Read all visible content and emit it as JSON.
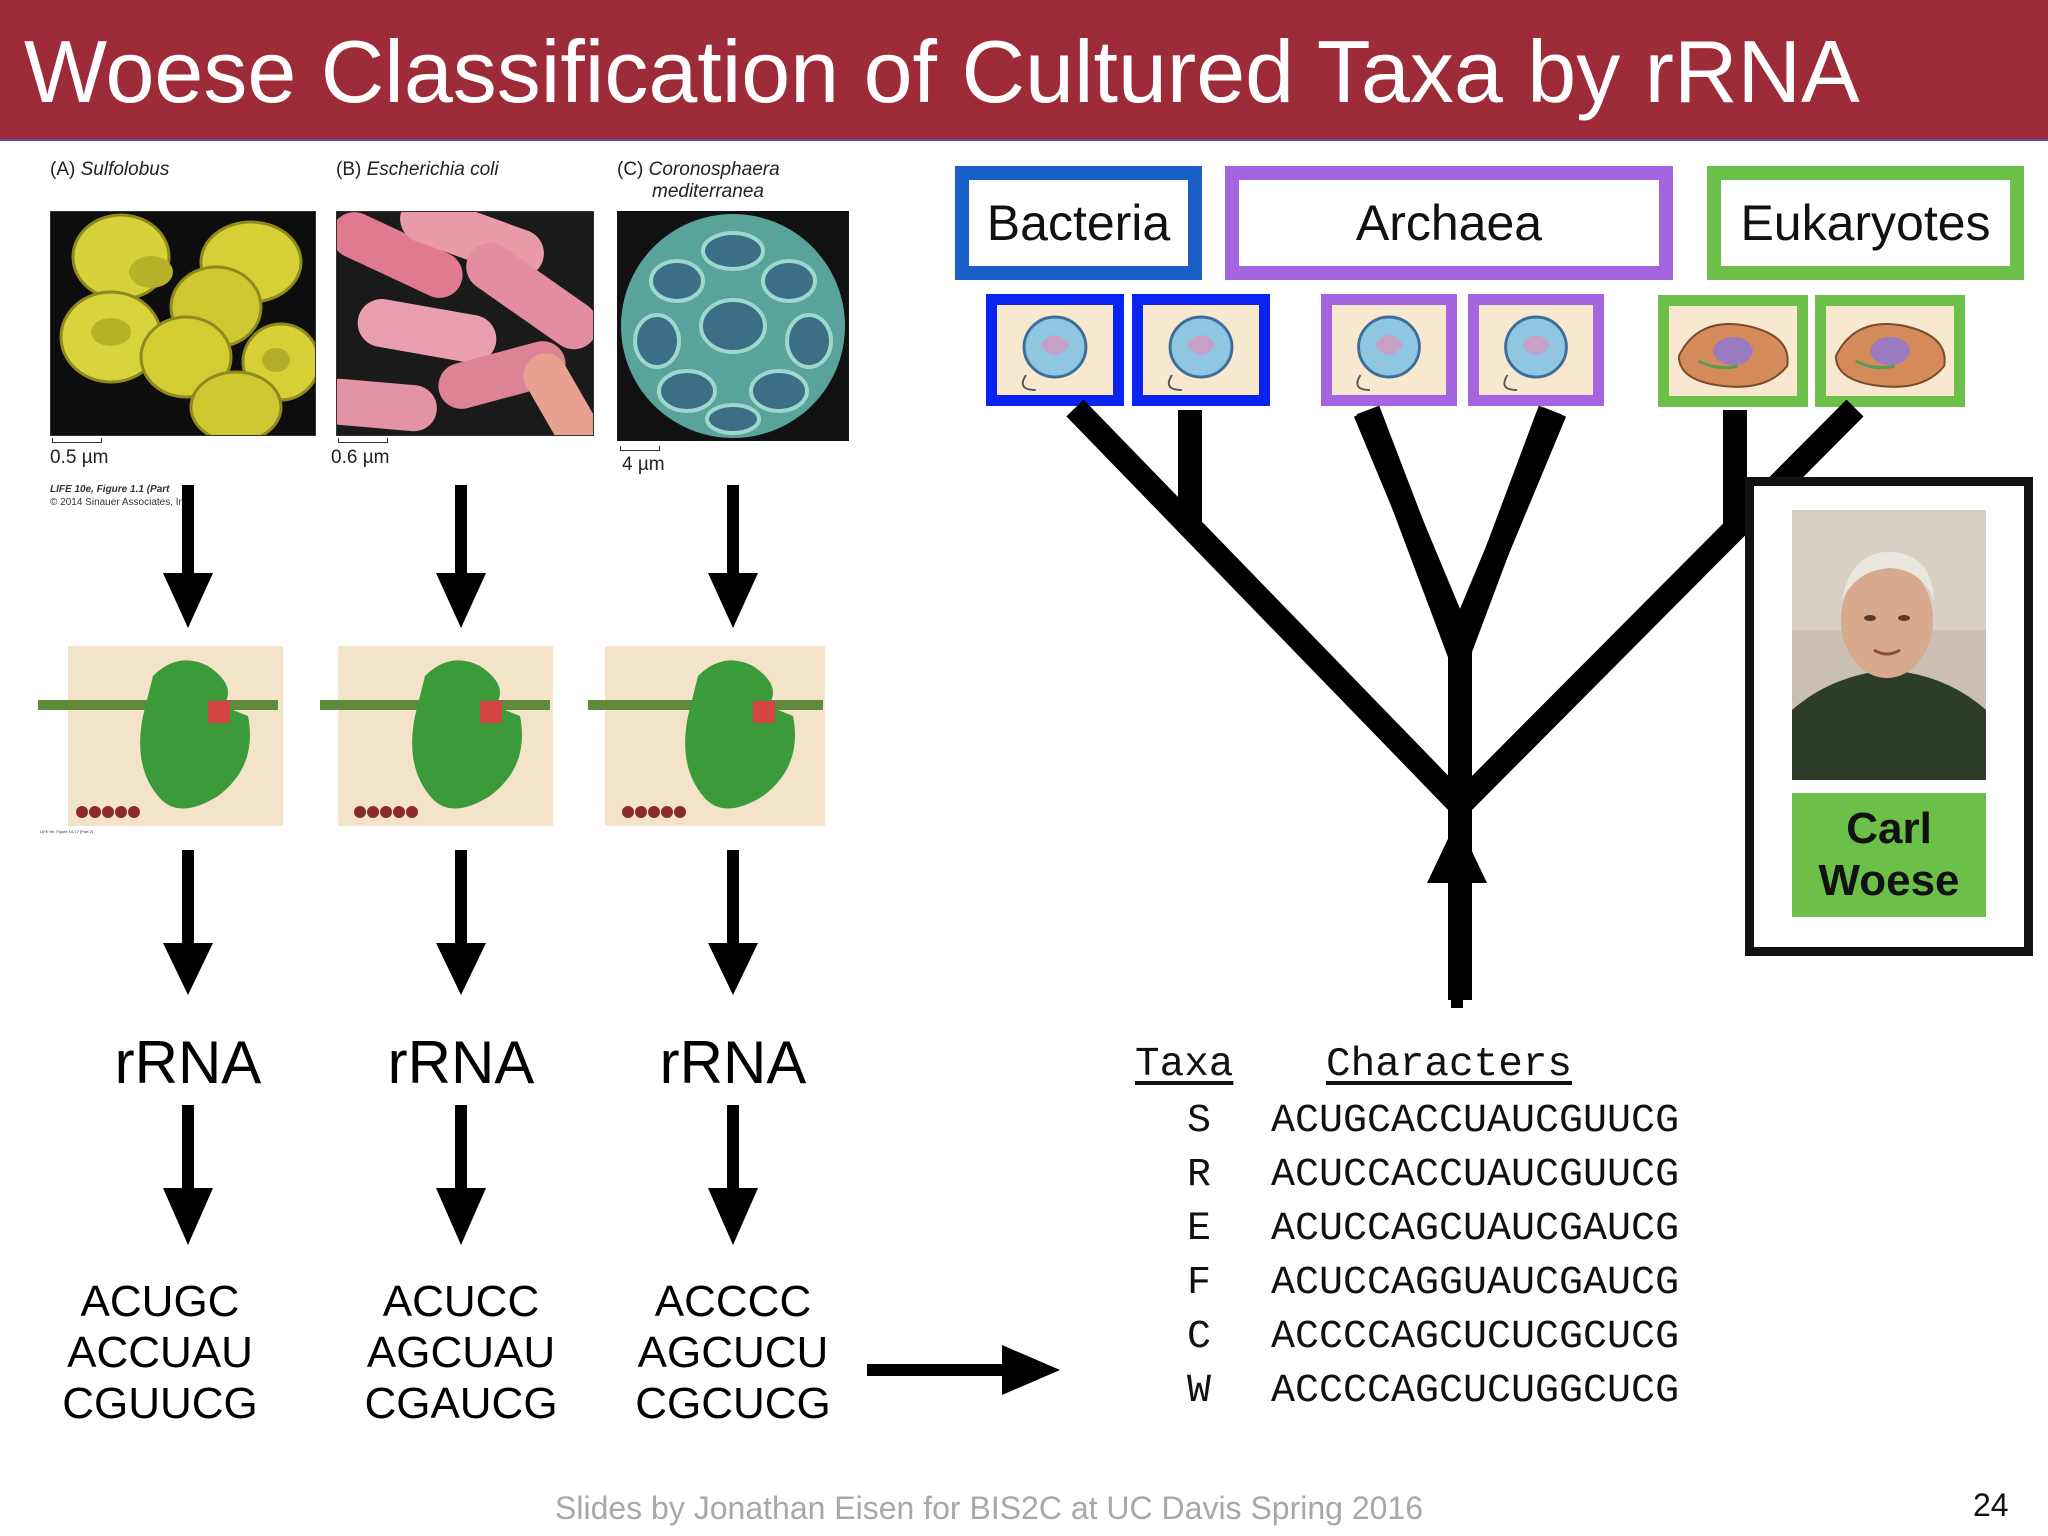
{
  "title": "Woese Classification of Cultured Taxa by rRNA",
  "organisms": [
    {
      "letter": "(A)",
      "name": "Sulfolobus",
      "name2": "",
      "scale": "0.5 µm",
      "rrna": "rRNA",
      "seq": [
        "ACUGC",
        "ACCUAU",
        "CGUUCG"
      ]
    },
    {
      "letter": "(B)",
      "name": "Escherichia coli",
      "name2": "",
      "scale": "0.6 µm",
      "rrna": "rRNA",
      "seq": [
        "ACUCC",
        "AGCUAU",
        "CGAUCG"
      ]
    },
    {
      "letter": "(C)",
      "name": "Coronosphaera",
      "name2": "mediterranea",
      "scale": "4 µm",
      "rrna": "rRNA",
      "seq": [
        "ACCCC",
        "AGCUCU",
        "CGCUCG"
      ]
    }
  ],
  "figure_credit": {
    "line1": "LIFE 10e, Figure 1.1 (Part",
    "line2": "© 2014 Sinauer Associates, Inc."
  },
  "domains": [
    {
      "label": "Bacteria",
      "color": "#1a5fc7"
    },
    {
      "label": "Archaea",
      "color": "#a565e0"
    },
    {
      "label": "Eukaryotes",
      "color": "#6cc04a"
    }
  ],
  "cell_box_colors": [
    "#0a24f0",
    "#0a24f0",
    "#a565e0",
    "#a565e0",
    "#6cc04a",
    "#6cc04a"
  ],
  "taxa_table": {
    "taxa_header": "Taxa",
    "characters_header": "Characters",
    "rows": [
      {
        "taxon": "S",
        "sequence": "ACUGCACCUAUCGUUCG"
      },
      {
        "taxon": "R",
        "sequence": "ACUCCACCUAUCGUUCG"
      },
      {
        "taxon": "E",
        "sequence": "ACUCCAGCUAUCGAUCG"
      },
      {
        "taxon": "F",
        "sequence": "ACUCCAGGUAUCGAUCG"
      },
      {
        "taxon": "C",
        "sequence": "ACCCCAGCUCUCGCUCG"
      },
      {
        "taxon": "W",
        "sequence": "ACCCCAGCUCUGGCUCG"
      }
    ]
  },
  "portrait": {
    "label_line1": "Carl",
    "label_line2": "Woese"
  },
  "footer": "Slides by Jonathan Eisen for BIS2C at UC Davis Spring 2016",
  "page_number": "24"
}
